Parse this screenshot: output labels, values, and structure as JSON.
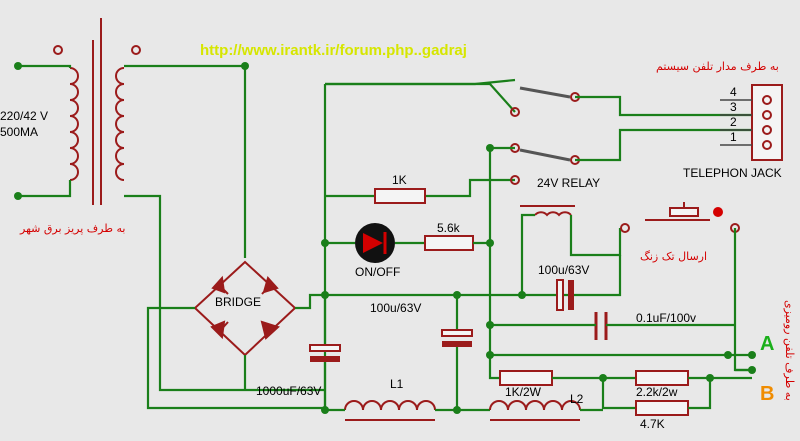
{
  "url": "http://www.irantk.ir/forum.php..gadraj",
  "labels": {
    "transformer_rating_1": "220/42 V",
    "transformer_rating_2": "500MA",
    "mains_side": "به طرف پریز برق شهر",
    "bridge": "BRIDGE",
    "cap_1000": "1000uF/63V",
    "cap_100_a": "100u/63V",
    "cap_100_b": "100u/63V",
    "led": "ON/OFF",
    "res_1k": "1K",
    "res_5k6": "5.6k",
    "relay": "24V RELAY",
    "phone_jack": "TELEPHON JACK",
    "system_side": "به طرف مدار تلفن سیستم",
    "ring_send": "ارسال تک زنگ",
    "cap_01": "0.1uF/100v",
    "line_side": "به طرف تلفن رومیزی",
    "terminal_a": "A",
    "terminal_b": "B",
    "res_1k2w": "1K/2W",
    "res_2k2": "2.2k/2w",
    "res_4k7": "4.7K",
    "inductor_1": "L1",
    "inductor_2": "L2",
    "pin_4": "4",
    "pin_3": "3",
    "pin_2": "2",
    "pin_1": "1"
  },
  "colors": {
    "wire": "#1a7f1a",
    "component": "#9b1b1b",
    "url": "#d6e600",
    "persian_text": "#d40000",
    "terminal_a": "#1aaf1a",
    "terminal_b": "#f08c00"
  }
}
